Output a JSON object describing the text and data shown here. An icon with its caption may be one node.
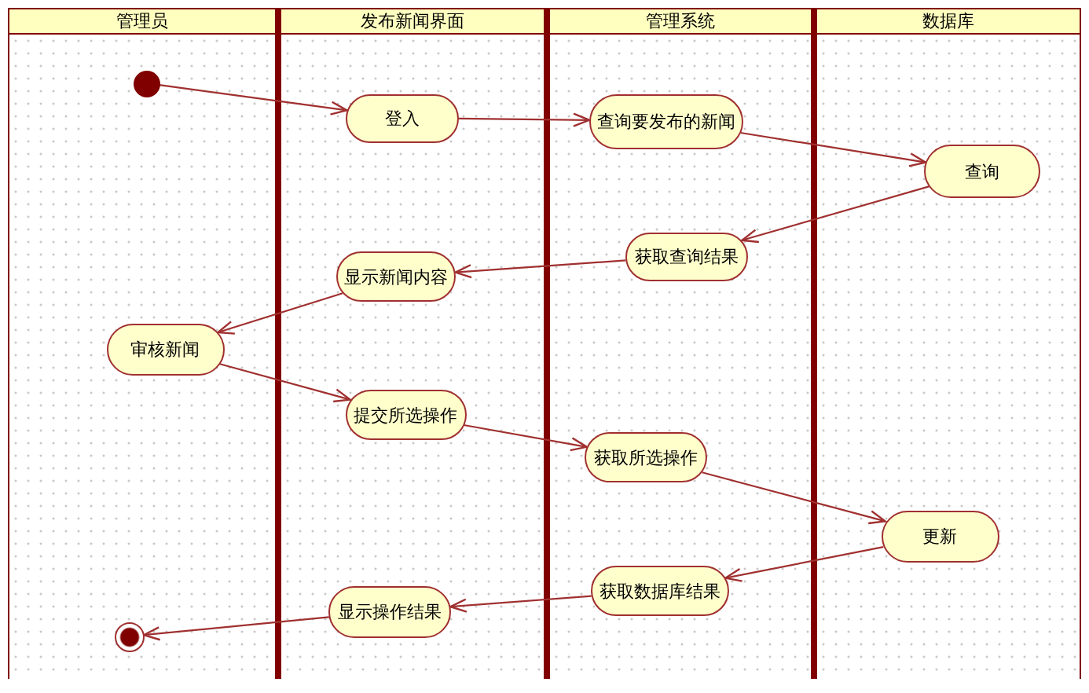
{
  "diagram": {
    "nodes": [
      {
        "text": [
          "管理员"
        ]
      },
      {
        "text": [
          "发布新闻界面"
        ]
      },
      {
        "text": [
          "管理系统"
        ]
      },
      {
        "text": [
          "数据库"
        ]
      },
      {
        "text": [],
        "shape": "circle",
        "in": 0
      },
      {
        "text": [
          "登入"
        ],
        "in": 1
      },
      {
        "text": [
          "查询要发布的新闻"
        ],
        "in": 2
      },
      {
        "text": [
          "查询"
        ],
        "in": 3
      },
      {
        "text": [
          "获取查询结果"
        ],
        "in": 2
      },
      {
        "text": [
          "显示新闻内容"
        ],
        "in": 1
      },
      {
        "text": [
          "审核新闻"
        ],
        "in": 0
      },
      {
        "text": [
          "提交所选操作"
        ],
        "in": 1
      },
      {
        "text": [
          "获取所选操作"
        ],
        "in": 2
      },
      {
        "text": [
          "更新"
        ],
        "in": 3
      },
      {
        "text": [
          "获取数据库结果"
        ],
        "in": 2
      },
      {
        "text": [
          "显示操作结果"
        ],
        "in": 1
      },
      {
        "text": [],
        "shape": "circle",
        "in": 0
      }
    ],
    "edges": [
      {
        "from": 4,
        "to": 5,
        "arrow": "to"
      },
      {
        "from": 5,
        "to": 6,
        "arrow": "to"
      },
      {
        "from": 6,
        "to": 7,
        "arrow": "to"
      },
      {
        "from": 7,
        "to": 8,
        "arrow": "to"
      },
      {
        "from": 8,
        "to": 9,
        "arrow": "to"
      },
      {
        "from": 9,
        "to": 10,
        "arrow": "to"
      },
      {
        "from": 10,
        "to": 11,
        "arrow": "to"
      },
      {
        "from": 11,
        "to": 12,
        "arrow": "to"
      },
      {
        "from": 12,
        "to": 13,
        "arrow": "to"
      },
      {
        "from": 13,
        "to": 14,
        "arrow": "to"
      },
      {
        "from": 14,
        "to": 15,
        "arrow": "to"
      },
      {
        "from": 15,
        "to": 16,
        "arrow": "to"
      }
    ]
  }
}
